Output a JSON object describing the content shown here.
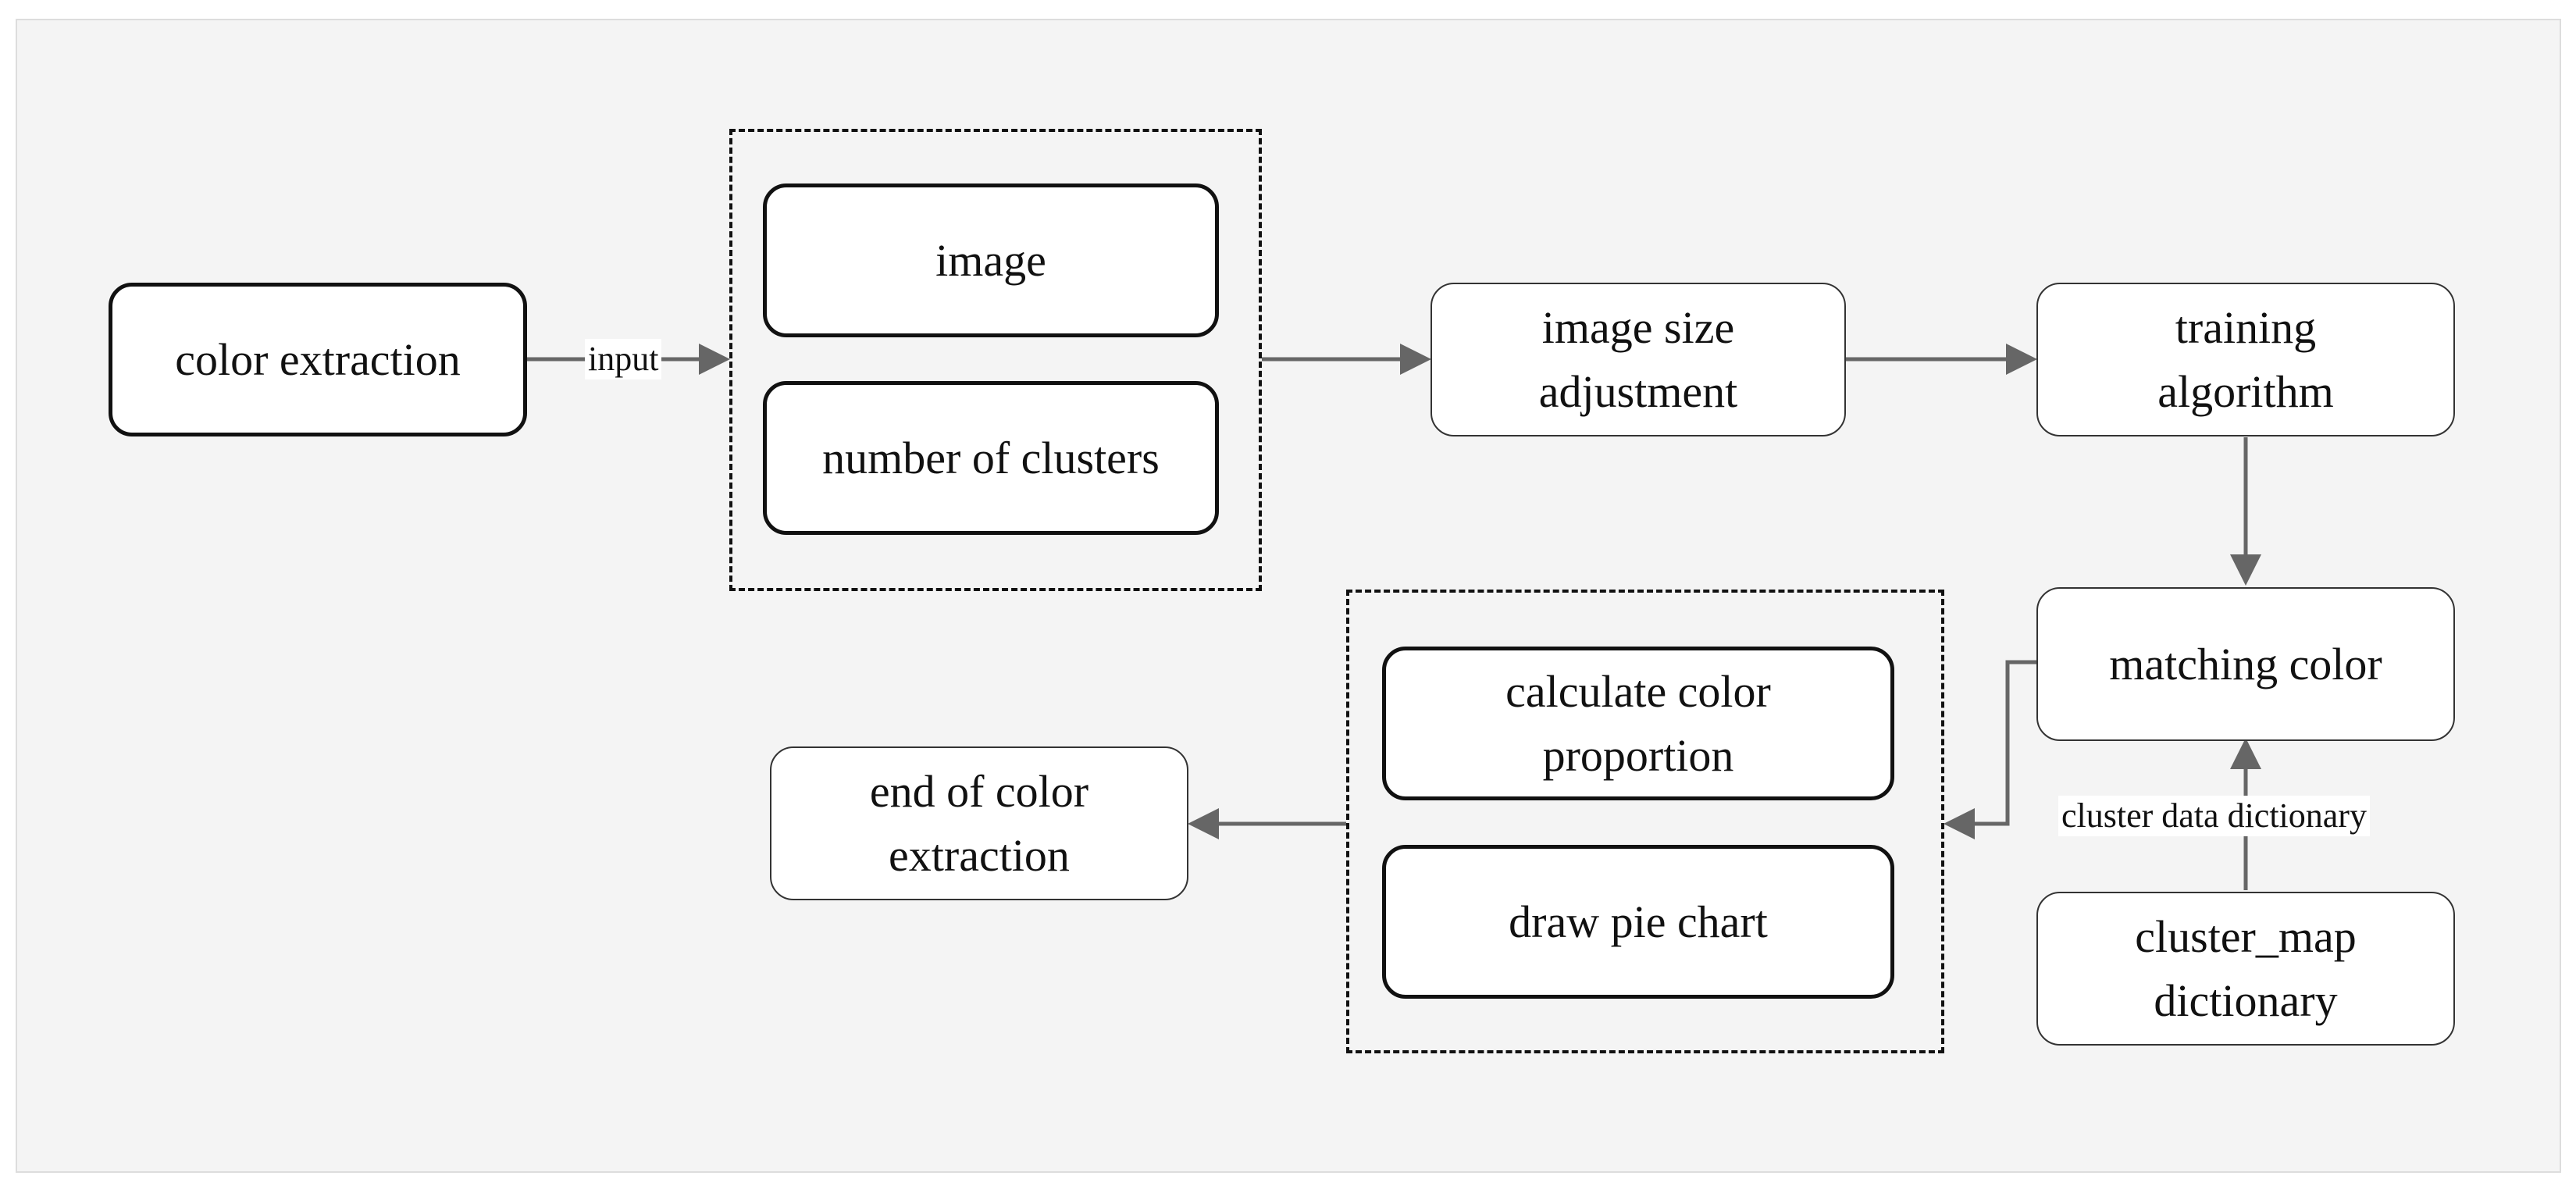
{
  "nodes": {
    "color_extraction": "color extraction",
    "image": "image",
    "number_of_clusters": "number of clusters",
    "image_size_adjustment": "image size\nadjustment",
    "training_algorithm": "training\nalgorithm",
    "matching_color": "matching color",
    "calculate_color_proportion": "calculate color\nproportion",
    "draw_pie_chart": "draw pie chart",
    "end_of_color_extraction": "end of color\nextraction",
    "cluster_map_dictionary": "cluster_map\ndictionary"
  },
  "edge_labels": {
    "input": "input",
    "cluster_data_dictionary": "cluster data dictionary"
  },
  "colors": {
    "background": "#f4f4f4",
    "arrow": "#666666",
    "border": "#111111"
  }
}
